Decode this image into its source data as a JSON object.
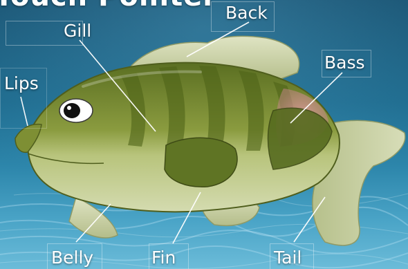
{
  "title": "Touch Pointer",
  "labels": {
    "back": "Back",
    "gill": "Gill",
    "lips": "Lips",
    "bass": "Bass",
    "belly": "Belly",
    "fin": "Fin",
    "tail": "Tail"
  },
  "colors": {
    "water_top": "#17506f",
    "water_bottom": "#6cbcd9",
    "fish_body": "#8a9b3f",
    "fish_stripes": "#556b1e",
    "fish_belly": "#c8d09a",
    "fin": "#c9d0a6",
    "gill_blush": "#d9939a",
    "label_text": "#ffffff"
  }
}
